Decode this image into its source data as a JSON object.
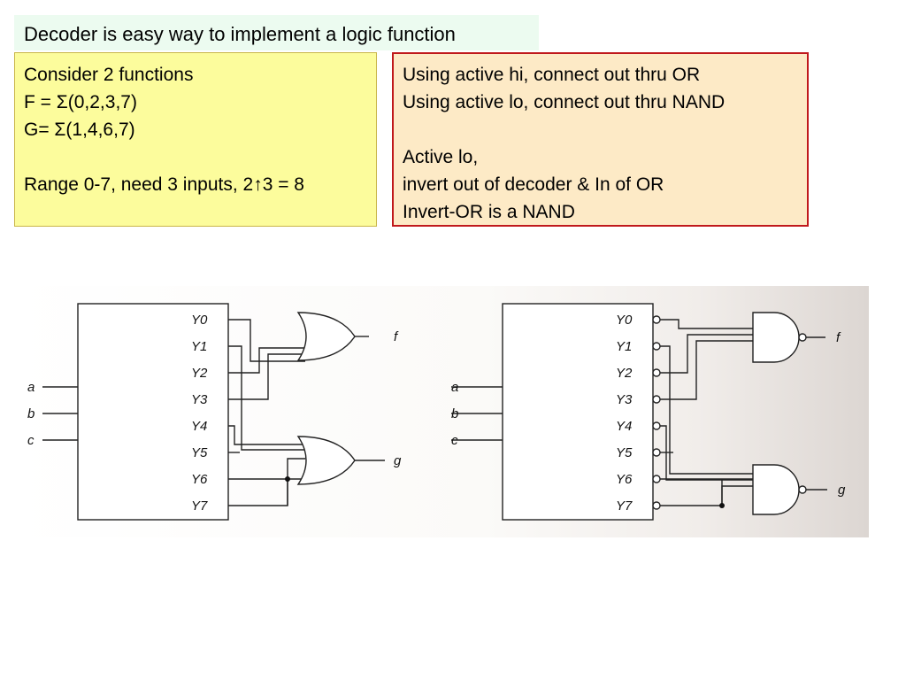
{
  "title": "Decoder is easy way to implement a logic function",
  "left_note": {
    "lines": [
      "Consider 2 functions",
      "F = Σ(0,2,3,7)",
      "G= Σ(1,4,6,7)",
      "",
      "Range 0-7, need 3 inputs, 2↑3 = 8"
    ]
  },
  "right_note": {
    "lines": [
      "Using active hi, connect out thru OR",
      "Using active lo, connect out thru NAND",
      "",
      "Active lo,",
      "invert out of decoder & In of OR",
      "Invert-OR is a NAND"
    ]
  },
  "figure": {
    "decoder_outputs": [
      "Y0",
      "Y1",
      "Y2",
      "Y3",
      "Y4",
      "Y5",
      "Y6",
      "Y7"
    ],
    "decoder_inputs": [
      "a",
      "b",
      "c"
    ],
    "outputs": [
      "f",
      "g"
    ]
  }
}
